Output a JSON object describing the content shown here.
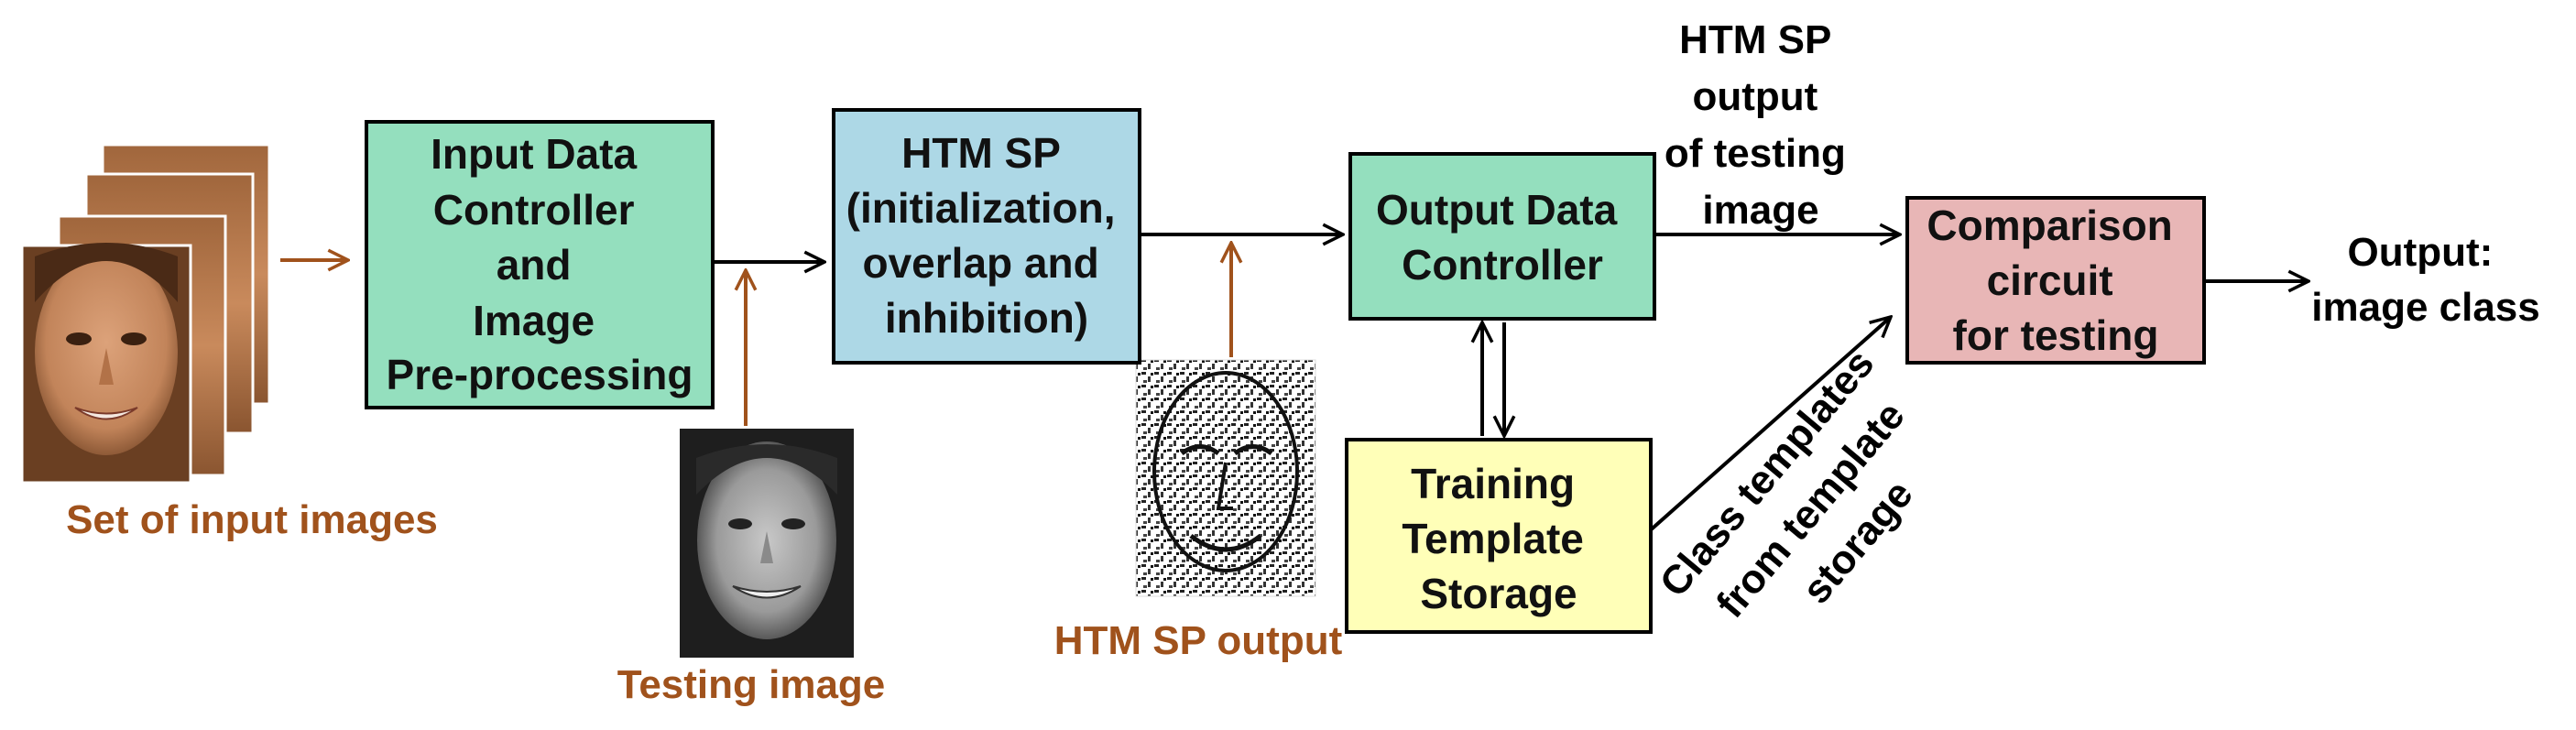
{
  "diagram": {
    "boxes": {
      "input_controller": {
        "lines": [
          "Input Data",
          "Controller",
          "and",
          "Image",
          "Pre-processing"
        ],
        "fill": "#94dfbe"
      },
      "htm_sp": {
        "lines": [
          "HTM SP",
          "(initialization,",
          "overlap and",
          "inhibition)"
        ],
        "fill": "#add8e6"
      },
      "output_controller": {
        "lines": [
          "Output Data",
          "Controller"
        ],
        "fill": "#94dfbe"
      },
      "training_storage": {
        "lines": [
          "Training",
          "Template",
          "Storage"
        ],
        "fill": "#ffffb8"
      },
      "comparison": {
        "lines": [
          "Comparison",
          "circuit",
          "for testing"
        ],
        "fill": "#e8b6b6"
      }
    },
    "labels": {
      "set_of_input_images": "Set of  input images",
      "testing_image": "Testing image",
      "htm_sp_output": "HTM SP output",
      "htm_sp_output_testing": [
        "HTM SP",
        "output",
        "of testing",
        "image"
      ],
      "class_templates": [
        "Class templates",
        "from template",
        "storage"
      ],
      "output_class": [
        "Output:",
        "image class"
      ]
    },
    "icons": {
      "face_stack": "color-face-photo-stack",
      "testing_face": "grayscale-face-photo",
      "sp_output": "binary-sdr-face-pattern"
    },
    "colors": {
      "arrow_black": "#000000",
      "arrow_brown": "#a0521c",
      "box_border": "#000000"
    }
  }
}
